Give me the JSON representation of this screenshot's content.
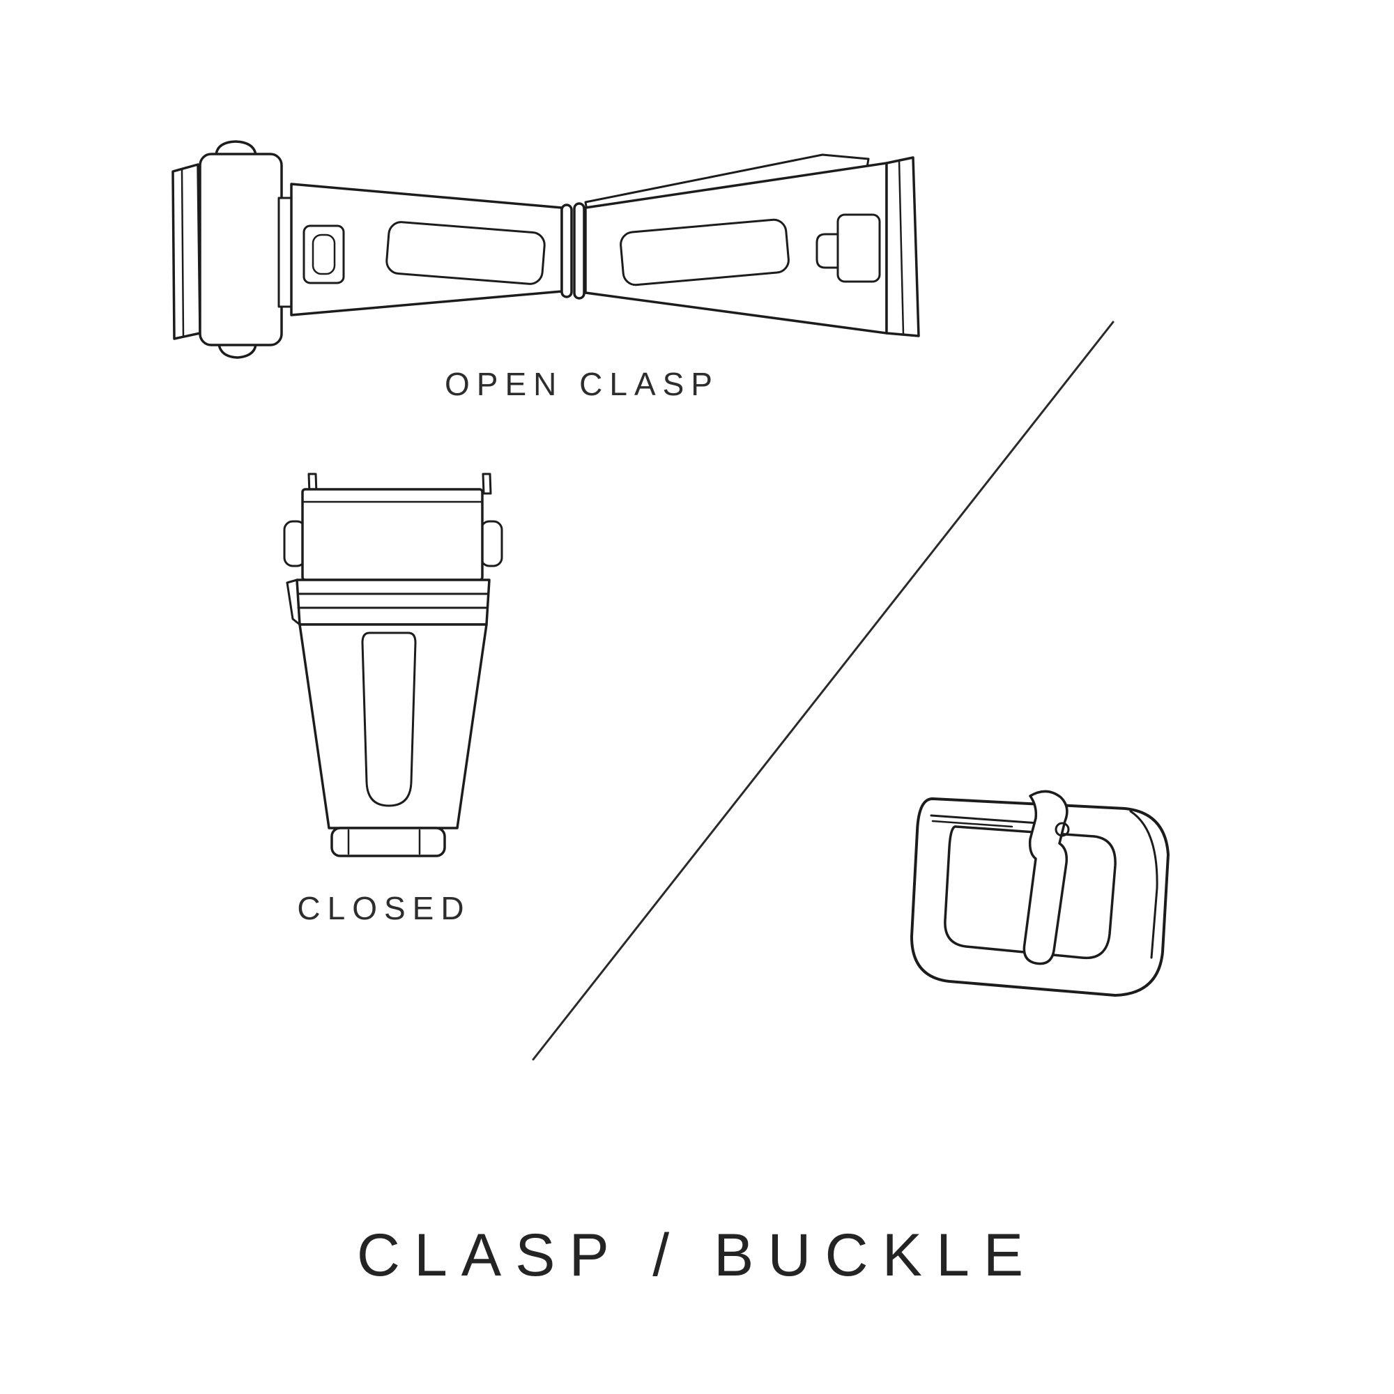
{
  "title": "CLASP / BUCKLE",
  "labels": {
    "open_clasp": "OPEN CLASP",
    "closed": "CLOSED"
  },
  "illustrations": {
    "open_clasp": "open-clasp-drawing",
    "closed_clasp": "closed-clasp-drawing",
    "buckle": "buckle-drawing",
    "divider": "diagonal-divider-line"
  },
  "colors": {
    "background": "#ffffff",
    "line": "#1c1c1c",
    "text": "#2d2d2d"
  }
}
